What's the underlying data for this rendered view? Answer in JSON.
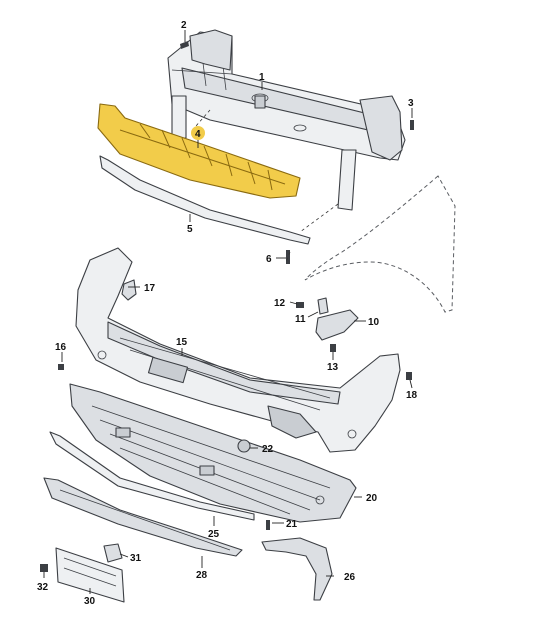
{
  "callouts": {
    "c1": "1",
    "c2": "2",
    "c3": "3",
    "c4": "4",
    "c5": "5",
    "c6": "6",
    "c10": "10",
    "c11": "11",
    "c12": "12",
    "c13": "13",
    "c15": "15",
    "c16": "16",
    "c17": "17",
    "c18": "18",
    "c20": "20",
    "c21": "21",
    "c22": "22",
    "c25": "25",
    "c26": "26",
    "c28": "28",
    "c30": "30",
    "c31": "31",
    "c32": "32"
  },
  "highlighted_part": "4",
  "colors": {
    "highlight": "#f2cc4a",
    "outline": "#3c3f44",
    "part_fill": "#eef0f2"
  }
}
